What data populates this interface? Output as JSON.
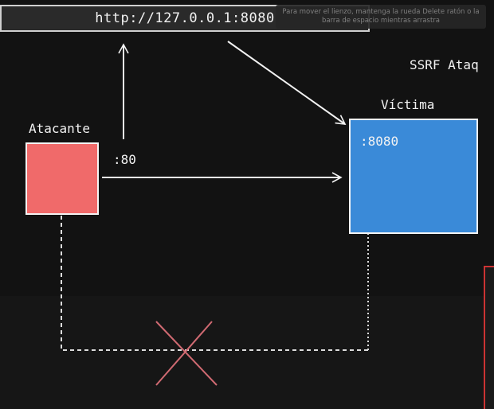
{
  "url_bar": {
    "text": "http://127.0.0.1:8080"
  },
  "tooltip": {
    "text": "Para mover el lienzo, mantenga la rueda Delete ratón o la barra de espacio mientras arrastra"
  },
  "title_fragment": "SSRF Ataq",
  "attacker": {
    "label": "Atacante",
    "color": "#f06a6a"
  },
  "victim": {
    "label": "Víctima",
    "port": ":8080",
    "color": "#3a8ad8"
  },
  "connection": {
    "port": ":80"
  },
  "colors": {
    "background": "#121212",
    "stroke": "#f2f2f2",
    "cross": "#d06a72",
    "edge_accent": "#cc3333"
  }
}
